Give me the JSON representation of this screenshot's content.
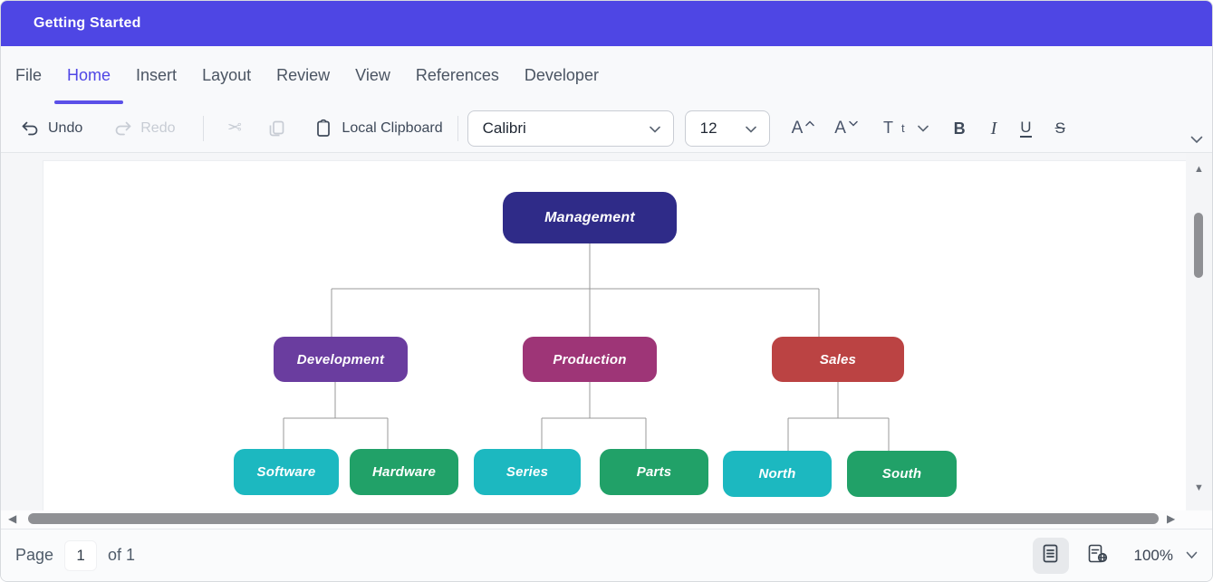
{
  "titlebar": {
    "title": "Getting Started",
    "bg_color": "#4e46e4"
  },
  "menu": {
    "active_color": "#4f46e5",
    "tabs": [
      {
        "label": "File",
        "active": false
      },
      {
        "label": "Home",
        "active": true
      },
      {
        "label": "Insert",
        "active": false
      },
      {
        "label": "Layout",
        "active": false
      },
      {
        "label": "Review",
        "active": false
      },
      {
        "label": "View",
        "active": false
      },
      {
        "label": "References",
        "active": false
      },
      {
        "label": "Developer",
        "active": false
      }
    ]
  },
  "toolbar": {
    "undo_label": "Undo",
    "redo_label": "Redo",
    "local_clipboard_label": "Local Clipboard",
    "font_name_value": "Calibri",
    "font_size_value": "12",
    "grow_font_letter": "A",
    "shrink_font_letter": "A",
    "change_case_label_big": "T",
    "change_case_label_small": "t",
    "bold_label": "B",
    "italic_label": "I",
    "underline_label": "U",
    "strikethrough_label": "S"
  },
  "document": {
    "org_chart": {
      "connector_color": "#999999",
      "nodes": [
        {
          "label": "Management",
          "color": "#2f2b88"
        },
        {
          "label": "Development",
          "color": "#6a3d9f"
        },
        {
          "label": "Production",
          "color": "#9e3577"
        },
        {
          "label": "Sales",
          "color": "#bb4343"
        },
        {
          "label": "Software",
          "color": "#1cb8c0"
        },
        {
          "label": "Hardware",
          "color": "#21a168"
        },
        {
          "label": "Series",
          "color": "#1cb8c0"
        },
        {
          "label": "Parts",
          "color": "#21a168"
        },
        {
          "label": "North",
          "color": "#1cb8c0"
        },
        {
          "label": "South",
          "color": "#21a168"
        }
      ]
    }
  },
  "statusbar": {
    "page_label": "Page",
    "page_value": "1",
    "of_label": "of 1",
    "zoom_value": "100%"
  }
}
